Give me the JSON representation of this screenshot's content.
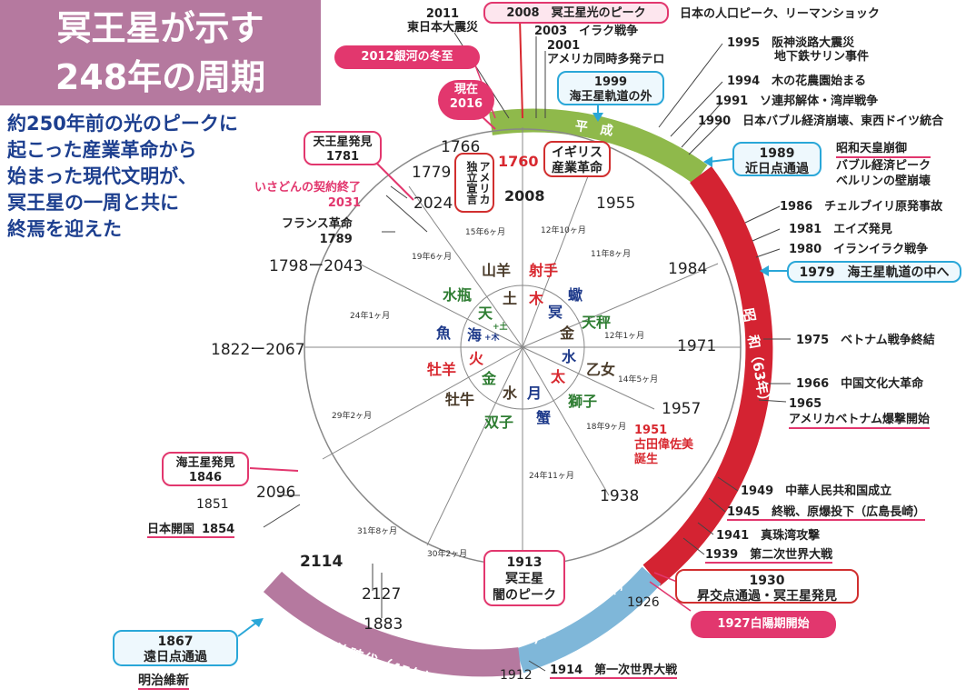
{
  "title": {
    "line1": "冥王星が示す",
    "line2": "248年の周期"
  },
  "intro": [
    "約250年前の光のピークに",
    "起こった産業革命から",
    "始まった現代文明が、",
    "冥王星の一周と共に",
    "終焉を迎えた"
  ],
  "colors": {
    "heisei": "#8fb94b",
    "showa": "#d42332",
    "taisho": "#7fb7d9",
    "meiji": "#b5799f",
    "title_bg": "#b5799f",
    "intro_text": "#1d3f8f",
    "blue_box": "#2aa7d8",
    "pink": "#e2376e",
    "red": "#d12f2f"
  },
  "eras": {
    "heisei": "平　成",
    "showa": "昭　和（63年）",
    "taisho": "大正時代（14年）",
    "meiji": "明治時代（45年）"
  },
  "boxes": {
    "peak_2008": "2008　冥王星光のピーク",
    "winter_2012": "2012銀河の冬至",
    "now": {
      "label": "現在",
      "year": "2016"
    },
    "n1999": {
      "year": "1999",
      "text": "海王星軌道の外"
    },
    "n1989": {
      "year": "1989",
      "text": "近日点通過"
    },
    "n1979": "1979　海王星軌道の中へ",
    "discover_uranus": {
      "text": "天王星発見",
      "year": "1781"
    },
    "industrial": {
      "line1": "イギリス",
      "line2": "産業革命"
    },
    "america": {
      "line1": "アメリカ",
      "line2": "独立宣言"
    },
    "neptune": {
      "text": "海王星発見",
      "year": "1846"
    },
    "pluto_1913": {
      "year": "1913",
      "line1": "冥王星",
      "line2": "闇のピーク"
    },
    "n1930": {
      "year": "1930",
      "text": "昇交点通過・冥王星発見"
    },
    "hakuyo": "1927白陽期開始",
    "n1867": {
      "year": "1867",
      "text": "遠日点通過"
    }
  },
  "annotations": {
    "a2011": {
      "year": "2011",
      "text": "東日本大震災"
    },
    "a_pop": "日本の人口ピーク、リーマンショック",
    "a2003": "2003　イラク戦争",
    "a2001": {
      "year": "2001",
      "text": "アメリカ同時多発テロ"
    },
    "a1995": {
      "line1": "1995　阪神淡路大震災",
      "line2": "地下鉄サリン事件"
    },
    "a1994": "1994　木の花農園始まる",
    "a1991": "1991　ソ連邦解体・湾岸戦争",
    "a1990": "1990　日本バブル経済崩壊、東西ドイツ統合",
    "a1989": {
      "l1": "昭和天皇崩御",
      "l2": "バブル経済ピーク",
      "l3": "ベルリンの壁崩壊"
    },
    "a1986": "1986　チェルブイリ原発事故",
    "a1981": "1981　エイズ発見",
    "a1980": "1980　イランイラク戦争",
    "a1975": "1975　ベトナム戦争終結",
    "a1966": "1966　中国文化大革命",
    "a1965": {
      "year": "1965",
      "text": "アメリカベトナム爆撃開始"
    },
    "a1949": "1949　中華人民共和国成立",
    "a1945": "1945　終戦、原爆投下（広島長崎）",
    "a1941": "1941　真珠湾攻撃",
    "a1939": "1939　第二次世界大戦",
    "a1914": "1914　第一次世界大戦",
    "a1926": "1926",
    "a1912": "1912",
    "meiji_restoration": "明治維新",
    "kaikoku": {
      "text": "日本開国",
      "year": "1854"
    },
    "a1851": "1851",
    "a2096": "2096",
    "a2114": "2114",
    "a2127": "2127",
    "a1883": "1883",
    "a1938": "1938",
    "a1957": "1957",
    "a1951": {
      "year": "1951",
      "l1": "古田偉佐美",
      "l2": "誕生"
    },
    "a1971": "1971",
    "a1984": "1984",
    "a1955": "1955",
    "a2008": "2008",
    "a1760": "1760",
    "a1766": "1766",
    "a1779": "1779",
    "a2024": "2024",
    "isadon": {
      "text": "いさどんの契約終了",
      "year": "2031"
    },
    "france": {
      "text": "フランス革命",
      "year": "1789"
    },
    "a1798": "1798ー2043",
    "a1822": "1822ー2067"
  },
  "zodiac": {
    "signs": [
      "山羊",
      "射手",
      "蠍",
      "天秤",
      "乙女",
      "獅子",
      "蟹",
      "双子",
      "牡牛",
      "牡羊",
      "魚",
      "水瓶"
    ],
    "planets": {
      "saturn": "土",
      "jupiter": "木",
      "pluto": "冥",
      "venus": "金",
      "mercury": "水",
      "sun": "太",
      "moon": "月",
      "mercury2": "水",
      "venus2": "金",
      "mars": "火",
      "neptune": "海",
      "uranus": "天",
      "neptune_extra": "+木",
      "uranus_extra": "+土"
    },
    "durations": [
      "12年10ヶ月",
      "11年8ヶ月",
      "12年1ヶ月",
      "14年5ヶ月",
      "18年9ヶ月",
      "24年11ヶ月",
      "30年2ヶ月",
      "31年8ヶ月",
      "29年2ヶ月",
      "24年1ヶ月",
      "19年6ヶ月",
      "15年6ヶ月"
    ]
  }
}
